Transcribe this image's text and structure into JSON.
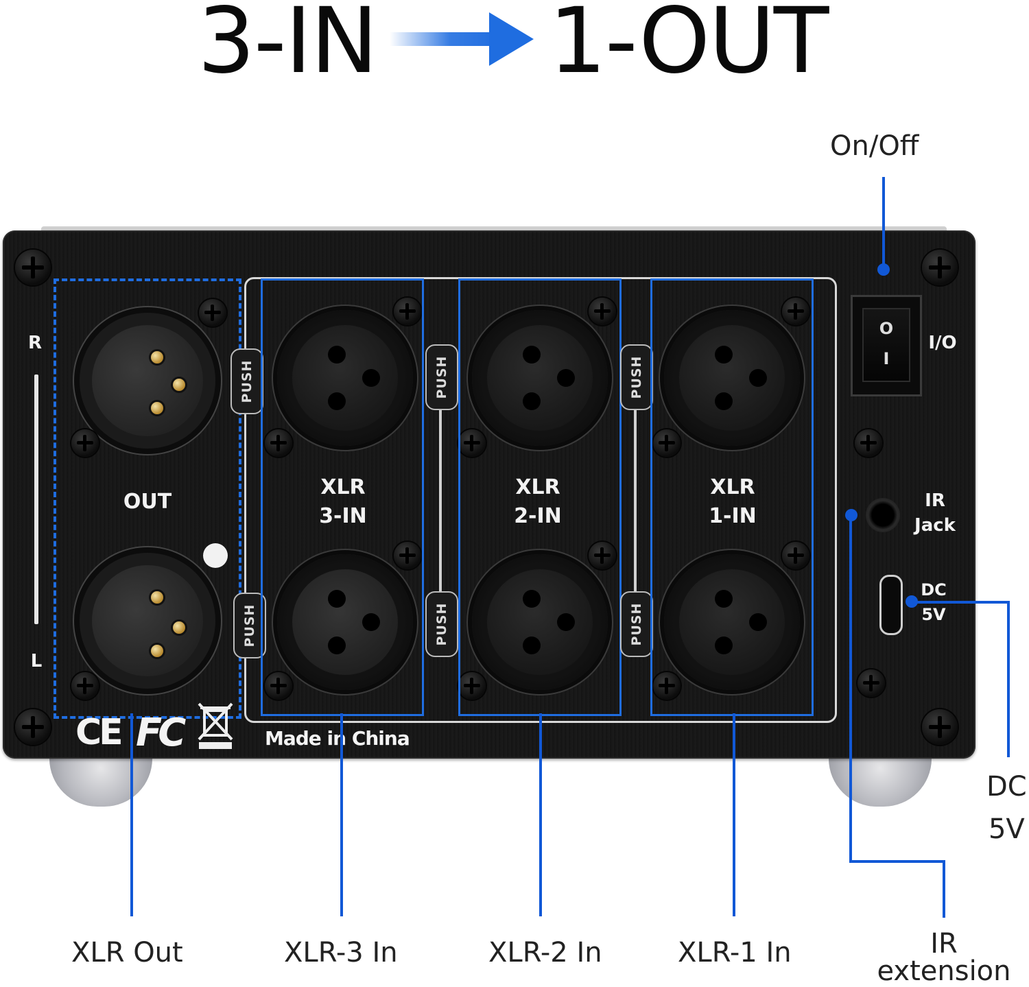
{
  "headline": {
    "input_text": "3-IN",
    "output_text": "1-OUT",
    "arrow_color": "#1f6de0"
  },
  "panel": {
    "out_label": "OUT",
    "side_r": "R",
    "side_l": "L",
    "push_label": "PUSH",
    "xlr3": [
      "XLR",
      "3-IN"
    ],
    "xlr2": [
      "XLR",
      "2-IN"
    ],
    "xlr1": [
      "XLR",
      "1-IN"
    ],
    "switch_label": "I/O",
    "switch_on_mark": "O",
    "switch_off_mark": "I",
    "ir_label": [
      "IR",
      "Jack"
    ],
    "dc_label": [
      "DC",
      "5V"
    ],
    "made_in": "Made in China",
    "cert_ce": "CE",
    "cert_fc": "FC",
    "weee_icon": "crossed-bin-icon"
  },
  "callouts": {
    "on_off": "On/Off",
    "dc_5v": [
      "DC",
      "5V"
    ],
    "xlr_out": "XLR Out",
    "xlr3_in": "XLR-3 In",
    "xlr2_in": "XLR-2 In",
    "xlr1_in": "XLR-1 In",
    "ir_extension": [
      "IR",
      "extension"
    ]
  },
  "colors": {
    "accent_blue": "#1f6de0",
    "chassis": "#161616"
  }
}
